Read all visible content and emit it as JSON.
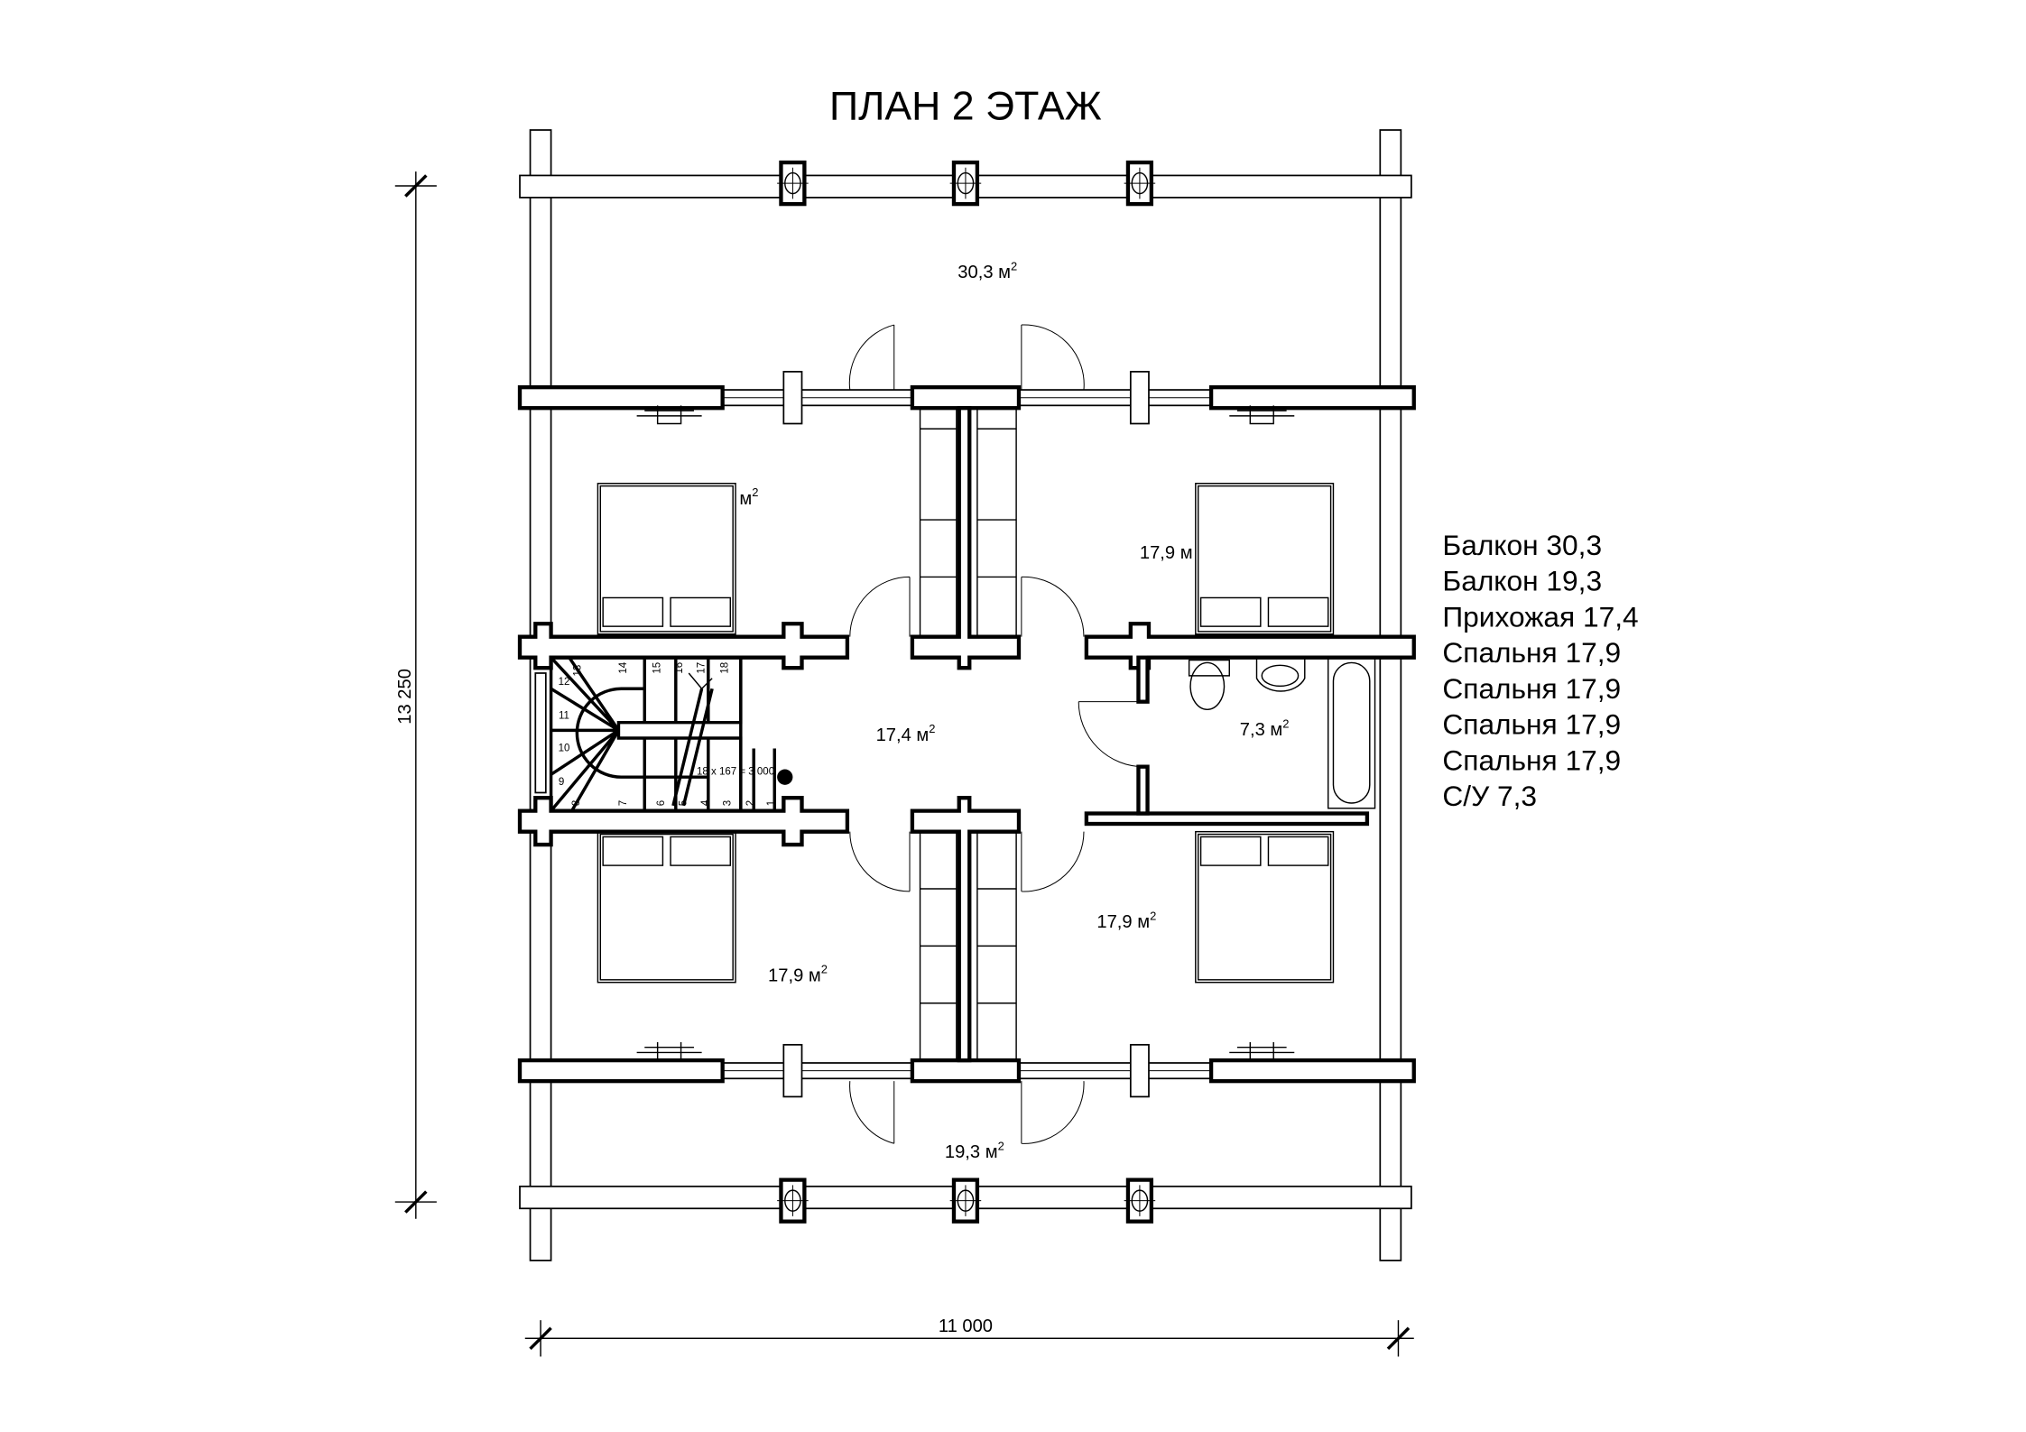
{
  "title": "ПЛАН 2 ЭТАЖ",
  "dimensions": {
    "height": "13 250",
    "width": "11 000"
  },
  "rooms": {
    "balcony_top": "30,3 м",
    "bedroom_tl": "м",
    "bedroom_tr": "17,9 м",
    "hall": "17,4 м",
    "bathroom": "7,3 м",
    "bedroom_br": "17,9 м",
    "bedroom_bl": "17,9 м",
    "balcony_bottom": "19,3 м",
    "sup": "2"
  },
  "stair": {
    "steps": [
      "1",
      "2",
      "3",
      "4",
      "5",
      "6",
      "7",
      "8",
      "9",
      "10",
      "11",
      "12",
      "13",
      "14",
      "15",
      "16",
      "17",
      "18"
    ],
    "formula": "18 x 167 = 3 000"
  },
  "legend": [
    "Балкон 30,3",
    "Балкон 19,3",
    "Прихожая 17,4",
    "Спальня 17,9",
    "Спальня 17,9",
    "Спальня 17,9",
    "Спальня 17,9",
    "С/У 7,3"
  ],
  "colors": {
    "ink": "#000000",
    "paper": "#ffffff"
  }
}
